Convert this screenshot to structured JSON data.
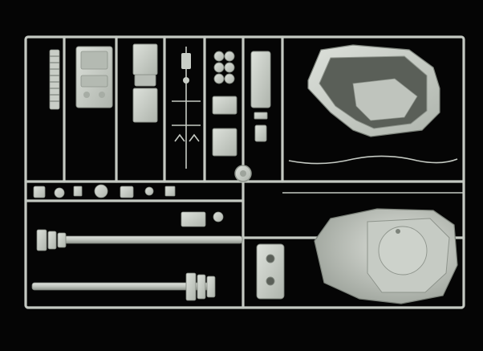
{
  "image": {
    "subject": "plastic-model-kit-sprue",
    "background": "black",
    "part_color": "light gray-green",
    "colors": {
      "background": "#050505",
      "plastic": "#c9cec7",
      "plastic_shadow": "#9ea49c",
      "plastic_highlight": "#e3e6e1",
      "plastic_dark": "#7d837b"
    }
  }
}
